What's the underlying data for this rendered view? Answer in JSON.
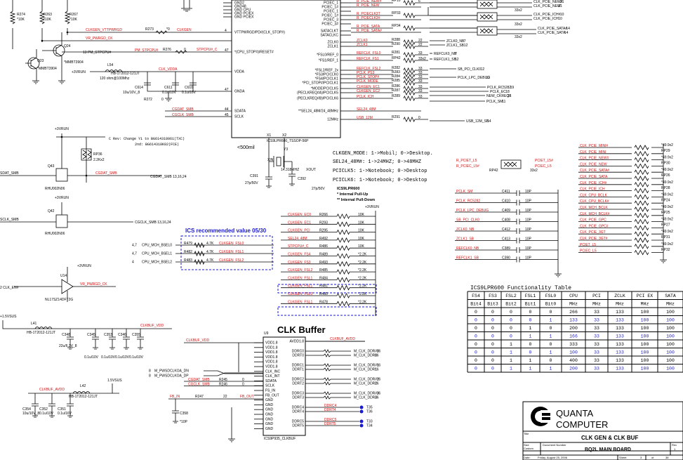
{
  "resistors_top": [
    {
      "ref": "R274",
      "val": "*10K"
    },
    {
      "ref": "R263",
      "val": "*10K"
    },
    {
      "ref": "R267",
      "val": "*10K"
    }
  ],
  "transistors": [
    {
      "ref": "Q23",
      "part": "*MMBT3904"
    },
    {
      "ref": "Q24",
      "part": "*MMBT3904"
    }
  ],
  "left_nets": {
    "vttpwrgd": "CLKGEN_VTTPWRGD",
    "vr_pwrgd": "VR_PWRGD_CK",
    "stp_cpu_left": "13  PM_STPCPU#",
    "pm_stpcpu": "PM_STPCPU#",
    "r273": "R273",
    "r273v": "*0",
    "r276": "R276",
    "r276v": "0",
    "clkgen": "CLKGEN",
    "stpcpu_c": "STPCPU#_C",
    "run3v": "+3VRUN",
    "l54": "L54",
    "l54part": "HB-1T2012-121JT",
    "l54val": "120 ohm@100Mhz",
    "clk_vdda": "CLK_VDDA",
    "c614": "C614",
    "c614v": "10u/10V_8",
    "c611": "C611",
    "c611v": "0.1u/10V",
    "c610": "C610",
    "c610v": "0.1u/16V",
    "r272": "R272",
    "r272v": "0",
    "cgdat": "CGDAT_SMB",
    "cgclk": "CGCLK_SMB"
  },
  "main_chip": {
    "pins_left": [
      {
        "name": "GND2",
        "num": ""
      },
      {
        "name": "GND48",
        "num": ""
      },
      {
        "name": "GND CPU",
        "num": ""
      },
      {
        "name": "GND PCIEX",
        "num": ""
      },
      {
        "name": "GND PCIEX",
        "num": ""
      },
      {
        "name": "VTTPWRGD/PD#(CLK_STOP#)",
        "num": "4"
      },
      {
        "name": "*(CPU_STOP#)/RESET#",
        "num": "47"
      },
      {
        "name": "VDDA",
        "num": ""
      },
      {
        "name": "GNDA",
        "num": "47"
      },
      {
        "name": "SDATA",
        "num": "44"
      },
      {
        "name": "SCLK",
        "num": "45"
      }
    ],
    "pins_right": [
      "PCIEC_1",
      "PCIEC_1#",
      "PCIEC_1",
      "PCIEC_1#",
      "PCIEC_3",
      "PCIEC_3#",
      "SATACLKT",
      "SATACLKC",
      "ZCLK0",
      "ZCLK1",
      "*FSL0/REF_0",
      "*FS1/REF_1",
      "*FSL2/REF_2x",
      "*FS3/PCICLK0",
      "*FS4/PCICLK1",
      "*PCI_STOP#/PCICLK1",
      "*MODE/PCICLK5",
      "(PECLKREQ#A)/PCICLK5",
      "(PECLKREQ#B)/PCICLK6",
      "**SEL24_48M/24_48MHz",
      "12MHz"
    ],
    "part": "ICS9LPR600_TSSOP-56P",
    "xin": "X1",
    "xout": "X2"
  },
  "right_nets": [
    {
      "net": "R_PCIE_NEW#",
      "ref": "RP10",
      "pin": "6"
    },
    {
      "net": "R_PCIE_NEW",
      "ref": "",
      "pin": ""
    },
    {
      "net": "R_PCIECLK3T",
      "ref": "RP33",
      "pin": ""
    },
    {
      "net": "R_PCIECLK3#",
      "ref": "",
      "pin": ""
    },
    {
      "net": "R_PCIE_SATA",
      "ref": "RP34",
      "pin": ""
    },
    {
      "net": "R_PCIE_SATA#",
      "ref": "",
      "pin": ""
    },
    {
      "net": "ZCLK0",
      "ref": "R288",
      "pin": "22"
    },
    {
      "net": "ZCLK1",
      "ref": "R290",
      "pin": "22"
    },
    {
      "net": "REFCLK_FSL0",
      "ref": "R281",
      "pin": "33"
    },
    {
      "net": "REFCLK_FS1",
      "ref": "RP42",
      "pin": "33x2"
    },
    {
      "net": "REFCLK_FSL2",
      "ref": "R282",
      "pin": "33"
    },
    {
      "net": "PCLK_PS3",
      "ref": "R283",
      "pin": "33"
    },
    {
      "net": "PCLK_STOP#",
      "ref": "R284",
      "pin": "33"
    },
    {
      "net": "PCLK_MODE",
      "ref": "R285",
      "pin": "33"
    },
    {
      "net": "CLKGEN_EC1",
      "ref": "R286",
      "pin": "33"
    },
    {
      "net": "CLKGEN_EC2",
      "ref": "R287",
      "pin": "33"
    },
    {
      "net": "PCLK_ICH",
      "ref": "R289",
      "pin": "33"
    },
    {
      "net": "SEL24_48M",
      "ref": "",
      "pin": ""
    },
    {
      "net": "USB_12M",
      "ref": "R291",
      "pin": "0"
    }
  ],
  "far_right_top": [
    {
      "net": "CLK_PCIE_NEW#",
      "pin": "21"
    },
    {
      "net": "CLK_PCIE_NEW",
      "pin": "21"
    },
    {
      "net": "CLK_PCIE_ICH#",
      "pin": "10"
    },
    {
      "net": "CLK_PCIE_ICH",
      "pin": "10"
    },
    {
      "net": "CLK_PCIE_SATA#",
      "pin": "14"
    },
    {
      "net": "CLK_PCIE_SATA",
      "pin": "14"
    },
    {
      "net": "ZCLK0_NB",
      "pin": "7"
    },
    {
      "net": "ZCLK1_SB",
      "pin": "12"
    },
    {
      "net": "REFCLK0_NB",
      "pin": "7"
    },
    {
      "net": "REFCLK1_SB",
      "pin": "12"
    },
    {
      "net": "SB_PCI_CLK0",
      "pin": "12"
    },
    {
      "net": "PCLK_LPC_DEBUG",
      "pin": "12"
    },
    {
      "net": "PCLK_RC5282",
      "pin": "19"
    },
    {
      "net": "PCLK_EC",
      "pin": "18"
    },
    {
      "net": "NEW_CKREQ#",
      "pin": "21"
    },
    {
      "net": "PCLK_SM",
      "pin": "11"
    },
    {
      "net": "USB_12M_SB",
      "pin": "14"
    }
  ],
  "notes": {
    "crev": "C Rev: Change Y1 to BG614318061(TXC)",
    "crev2": "2nd: BG614318K02(FCE)",
    "mil": "<500mil",
    "y3": "Y3",
    "y3freq": "14.318MHZ",
    "xin": "XIN",
    "xout": "XOUT",
    "c391": "C391",
    "c391v": "27p/50V",
    "c392": "C392",
    "c392v": "27p/50V",
    "mode_lines": [
      "CLKGEN_MODE: 1->Mobil; 0->Desktop.",
      "SEL24_48M#: 1->24MHZ; 0->48MHZ",
      "PCICLK5: 1->Notebook; 0->Desktop",
      "PCICLK6: 1->Notebook; 0->Desktop"
    ],
    "pullup_title": "ICS9LPR600",
    "pullup1": "* Internal Pull-Up",
    "pullup2": "** Internal Pull-Down",
    "ics_rec": "ICS recommended value 05/30"
  },
  "smb_section": {
    "run3v_a": "+3VRUN",
    "run3v_b": "+3VRUN",
    "rp36": "RP36",
    "rp36v": "2.2Kx2",
    "q43": "Q43",
    "q43p": "RHU002N06",
    "q42": "Q42",
    "q42p": "RHU002N06",
    "sdat_smb": "SDAT_SMB",
    "sclk_smb": "SCLK_SMB",
    "cgdat_right": "CGDAT_SMB 13,16,24",
    "cgclk_right": "CGCLK_SMB 13,16,24",
    "cgdat_mid": "CGDAT_SMB",
    "cgclk_mid": "CGCLK_SMB"
  },
  "cpu_bsel": [
    {
      "pin": "4,7",
      "net": "CPU_MCH_BSEL0",
      "ref": "R479",
      "val": "4.7K",
      "out": "CLKGEN_FSL0"
    },
    {
      "pin": "4,7",
      "net": "CPU_MCH_BSEL1",
      "ref": "R482",
      "val": "4.7K",
      "out": "CLKGEN_FSL1"
    },
    {
      "pin": "4",
      "net": "CPU_MCH_BSEL2",
      "ref": "R483",
      "val": "4.7K",
      "out": "CLKGEN_FSL2"
    }
  ],
  "pull_resistors": [
    {
      "net": "CLKGEN_EC0",
      "ref": "R266",
      "val": "10K"
    },
    {
      "net": "CLKGEN_EC1",
      "ref": "R293",
      "val": "10K"
    },
    {
      "net": "CLKGEN_PCI",
      "ref": "R295",
      "val": "10K"
    },
    {
      "net": "SEL24_48M",
      "ref": "R492",
      "val": "10K"
    },
    {
      "net": "STPCPU#_C",
      "ref": "R486",
      "val": "10K"
    },
    {
      "net": "CLKGEN_FS4",
      "ref": "R489",
      "val": "*2.2K"
    },
    {
      "net": "CLKGEN_FS3",
      "ref": "R493",
      "val": "*2.2K"
    },
    {
      "net": "CLKGEN_FSL2",
      "ref": "R485",
      "val": "*2.2K"
    },
    {
      "net": "CLKGEN_FSL1",
      "ref": "R484",
      "val": "*2.2K"
    },
    {
      "net": "CLKGEN_FSL1",
      "ref": "R481",
      "val": "*2.2K"
    },
    {
      "net": "CLKGEN_FSL0",
      "ref": "R480",
      "val": "*2.2K"
    },
    {
      "net": "CLKGEN_FSL1",
      "ref": "R478",
      "val": "*2.2K"
    }
  ],
  "u14": {
    "ref": "U14",
    "part": "NL17SZ14DFT2G",
    "run3v": "+3VRUN",
    "in": "2   CLK_EN#",
    "out": "VR_PWRGD_CK"
  },
  "clkbuf_power": {
    "sus": "+1.5VSUS",
    "l41": "L41",
    "l41p": "HB-1T2012-121JT",
    "vdd": "CLKBUF_VDD",
    "caps": [
      {
        "ref": "C348",
        "val": "22u/6.3V_8"
      },
      {
        "ref": "C345",
        "val": "0.1u/10V"
      },
      {
        "ref": "C353",
        "val": "0.1u/10V"
      },
      {
        "ref": "C346",
        "val": "0.1u/10V"
      },
      {
        "ref": "C355",
        "val": "0.1u/10V"
      }
    ],
    "l42": "L42",
    "l42p": "HB-1T2012-121JT",
    "sus2": "1.5VSUS",
    "avdd": "CLKBUF_AVDD",
    "caps2": [
      {
        "ref": "C354",
        "val": "10u/10V_8"
      },
      {
        "ref": "C352",
        "val": "0.1u/10V"
      },
      {
        "ref": "C351",
        "val": "0.1u/16V"
      }
    ]
  },
  "clk_buffer": {
    "title": "CLK Buffer",
    "ref": "U9",
    "part": "ICS9P935_CLKBUF",
    "left_pins": [
      "VDD1.8",
      "VDD1.8",
      "VDD1.8",
      "VDD1.8",
      "VDD1.8",
      "VDD1.8",
      "CLK_INC",
      "CLK_INT",
      "SDATA",
      "SCLK",
      "FS_IN",
      "FB_OUT",
      "GND",
      "GND",
      "GND",
      "GND",
      "GND",
      "GND",
      "GND"
    ],
    "right_pins": [
      "AVDD1.8",
      "DDRC0",
      "DDRT0",
      "DDRC1",
      "DDRT1",
      "DDRC2",
      "DDRT2",
      "DDRC3",
      "DDRT3",
      "DDRC4",
      "DDRT4",
      "DDRC5",
      "DDRT5"
    ],
    "vdd_in": "CLKBUF_VDD",
    "avdd_in": "CLKBUF_AVDD",
    "ddr_nets": [
      {
        "net": "M_CLK_DDR#0",
        "pin": "16"
      },
      {
        "net": "M_CLK_DDR0",
        "pin": "16"
      },
      {
        "net": "M_CLK_DDR#1",
        "pin": "16"
      },
      {
        "net": "M_CLK_DDR1",
        "pin": "16"
      },
      {
        "net": "M_CLK_DDR#2",
        "pin": "16"
      },
      {
        "net": "M_CLK_DDR2",
        "pin": "16"
      },
      {
        "net": "M_CLK_DDR#3",
        "pin": "16"
      },
      {
        "net": "M_CLK_DDR3",
        "pin": "16"
      }
    ],
    "tps": [
      {
        "net": "DDRC4",
        "tp": "T35"
      },
      {
        "net": "DDRT4",
        "tp": "T36"
      },
      {
        "net": "DDRC5",
        "tp": "T33"
      },
      {
        "net": "DDRT5",
        "tp": "T34"
      }
    ],
    "in_nets": [
      {
        "pin": "8",
        "net": "M_PWSDCLKOA_DN"
      },
      {
        "pin": "8",
        "net": "M_PWSDCLKOA_DP"
      }
    ],
    "smb": [
      {
        "net": "CGDAT_SMB",
        "ref": "R245",
        "val": "0"
      },
      {
        "net": "CGCLK_SMB",
        "ref": "R246",
        "val": "0"
      }
    ],
    "fb": {
      "net": "FB_IN",
      "ref": "R247",
      "val": "22",
      "out": "FB_OUT"
    },
    "c358": "C358",
    "c358v": "*10P"
  },
  "rp_right": [
    {
      "net": "CLK_PCIE_MINI#",
      "ref": "RP29",
      "val": "*49.9x2"
    },
    {
      "net": "CLK_PCIE_MINI",
      "ref": "",
      "val": ""
    },
    {
      "net": "CLK_PCIE_NEW#",
      "ref": "RP30",
      "val": "*49.9x2"
    },
    {
      "net": "CLK_PCIE_NEW",
      "ref": "",
      "val": ""
    },
    {
      "net": "CLK_PCIE_SATA#",
      "ref": "RP26",
      "val": "*49.9x2"
    },
    {
      "net": "CLK_PCIE_SATA",
      "ref": "",
      "val": ""
    },
    {
      "net": "CLK_PCIE_ICH#",
      "ref": "RP28",
      "val": "*49.9x2"
    },
    {
      "net": "CLK_PCIE_ICH",
      "ref": "",
      "val": ""
    },
    {
      "net": "CLK_CPU_BCLK",
      "ref": "RP24",
      "val": "*49.9x2"
    },
    {
      "net": "CLK_CPU_BCLK#",
      "ref": "",
      "val": ""
    },
    {
      "net": "CLK_MCH_BCLK",
      "ref": "RP25",
      "val": "*49.9x2"
    },
    {
      "net": "CLK_MCH_BCLK#",
      "ref": "",
      "val": ""
    },
    {
      "net": "CLK_PCIE_GPC",
      "ref": "RP27",
      "val": "*49.9x2"
    },
    {
      "net": "CLK_PCIE_GPC#",
      "ref": "",
      "val": ""
    },
    {
      "net": "CLK_PCIE_3GT",
      "ref": "RP31",
      "val": "*49.9x2"
    },
    {
      "net": "CLK_PCIE_3GT#",
      "ref": "",
      "val": ""
    },
    {
      "net": "PCIET_L5",
      "ref": "RP32",
      "val": "*49.9x2"
    },
    {
      "net": "PCIEC_L5",
      "ref": "",
      "val": ""
    }
  ],
  "rp42_mid": {
    "net": "R_PCIET_L5",
    "net2": "R_PCIEC_L5#",
    "ref": "RP42",
    "val": "33x2",
    "out": "PCIET_L5#",
    "out2": "PCIEC_L5"
  },
  "caps_mid": [
    {
      "net": "PCLK_SM",
      "ref": "C411",
      "val": "10P"
    },
    {
      "net": "PCLK_RC5282",
      "ref": "C410",
      "val": "10P"
    },
    {
      "net": "PCLK_LPC_DEBUG",
      "ref": "C409",
      "val": "10P"
    },
    {
      "net": "SB_PCI_CLK0",
      "ref": "C408",
      "val": "10P"
    },
    {
      "net": "ZCLK0_NB",
      "ref": "C412",
      "val": "10P"
    },
    {
      "net": "ZCLK1_SB",
      "ref": "C413",
      "val": "10P"
    },
    {
      "net": "REFCLK0_NB",
      "ref": "C389",
      "val": "10P"
    },
    {
      "net": "REFCLK1_SB",
      "ref": "C390",
      "val": "10P"
    }
  ],
  "func_table": {
    "title": "ICS9LPR600 Functionality Table",
    "head1": [
      "FS4",
      "FS3",
      "FSL2",
      "FSL1",
      "FSL0",
      "CPU",
      "PCI",
      "ZCLK",
      "PCI EX",
      "SATA"
    ],
    "head2": [
      "Bit4",
      "Bit3",
      "Bit2",
      "Bit1",
      "Bit0",
      "MHz",
      "MHz",
      "MHz",
      "MHz",
      "MHz"
    ],
    "rows": [
      [
        "0",
        "0",
        "0",
        "0",
        "0",
        "266",
        "33",
        "133",
        "100",
        "100"
      ],
      [
        "0",
        "0",
        "0",
        "0",
        "1",
        "133",
        "33",
        "133",
        "100",
        "100"
      ],
      [
        "0",
        "0",
        "0",
        "1",
        "0",
        "200",
        "33",
        "133",
        "100",
        "100"
      ],
      [
        "0",
        "0",
        "0",
        "1",
        "1",
        "166",
        "33",
        "133",
        "100",
        "100"
      ],
      [
        "0",
        "0",
        "1",
        "0",
        "0",
        "333",
        "33",
        "133",
        "100",
        "100"
      ],
      [
        "0",
        "0",
        "1",
        "0",
        "1",
        "100",
        "33",
        "133",
        "100",
        "100"
      ],
      [
        "0",
        "0",
        "1",
        "1",
        "0",
        "400",
        "33",
        "133",
        "100",
        "100"
      ],
      [
        "0",
        "0",
        "1",
        "1",
        "1",
        "200",
        "33",
        "133",
        "100",
        "100"
      ]
    ],
    "row_colors": [
      "#000",
      "#1a1ad0",
      "#000",
      "#1a1ad0",
      "#000",
      "#1a1ad0",
      "#000",
      "#1a1ad0"
    ]
  },
  "title_block": {
    "company1": "QUANTA",
    "company2": "COMPUTER",
    "title_lbl": "Title",
    "title": "CLK GEN & CLK BUF",
    "size_lbl": "Size",
    "size": "Custom",
    "doc_lbl": "Document Number",
    "doc": "BQ2L MAIN BOARD",
    "rev_lbl": "Rev",
    "rev": "1",
    "date_lbl": "Date:",
    "date": "Friday, August 25, 2006",
    "sheet_lbl": "Sheet",
    "sheet": "3",
    "of": "of",
    "total": "38"
  }
}
